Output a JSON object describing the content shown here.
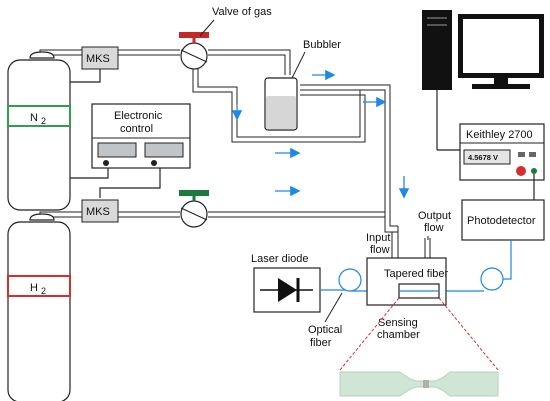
{
  "labels": {
    "valve_of_gas": "Valve of gas",
    "bubbler": "Bubbler",
    "mks_top": "MKS",
    "mks_bottom": "MKS",
    "n2_text": "N",
    "n2_sub": "2",
    "h2_text": "H",
    "h2_sub": "2",
    "electronic_control_line1": "Electronic",
    "electronic_control_line2": "control",
    "keithley": "Keithley 2700",
    "keithley_readout": "4.5678 V",
    "photodetector": "Photodetector",
    "laser_diode": "Laser diode",
    "optical_fiber_line1": "Optical",
    "optical_fiber_line2": "fiber",
    "input_flow_line1": "Input",
    "input_flow_line2": "flow",
    "output_flow_line1": "Output",
    "output_flow_line2": "flow",
    "tapered_fiber": "Tapered fiber",
    "sensing_chamber_line1": "Sensing",
    "sensing_chamber_line2": "chamber"
  },
  "colors": {
    "valve_handle_top": "#c62828",
    "valve_handle_bottom": "#1b7a3e",
    "n2_band": "#2e9e4f",
    "h2_band": "#d32f2f",
    "flow_arrow": "#1e88e5",
    "fiber": "#1e88e5",
    "zoom_line": "#d32f2f",
    "tapered_fiber_fill": "#cfe6d6"
  },
  "icons": [
    "valve-icon",
    "diode-icon",
    "computer-icon",
    "monitor-icon",
    "gas-cylinder-icon",
    "fiber-coil-icon"
  ]
}
